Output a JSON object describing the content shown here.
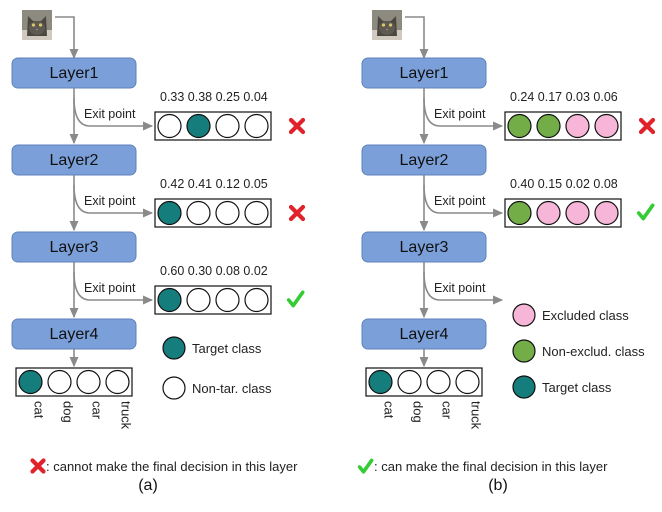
{
  "panels": [
    {
      "label": "(a)",
      "layers": [
        "Layer1",
        "Layer2",
        "Layer3",
        "Layer4"
      ],
      "exits": [
        {
          "label": "Exit point",
          "probs": "0.33 0.38 0.25 0.04",
          "circles": [
            "white",
            "target",
            "white",
            "white"
          ],
          "mark": "cross"
        },
        {
          "label": "Exit point",
          "probs": "0.42 0.41 0.12 0.05",
          "circles": [
            "target",
            "white",
            "white",
            "white"
          ],
          "mark": "cross"
        },
        {
          "label": "Exit point",
          "probs": "0.60 0.30 0.08 0.02",
          "circles": [
            "target",
            "white",
            "white",
            "white"
          ],
          "mark": "check"
        }
      ],
      "final_circles": [
        "target",
        "white",
        "white",
        "white"
      ],
      "classes": [
        "cat",
        "dog",
        "car",
        "truck"
      ],
      "legend": [
        {
          "kind": "target",
          "label": "Target class"
        },
        {
          "kind": "white",
          "label": "Non-tar. class"
        }
      ]
    },
    {
      "label": "(b)",
      "layers": [
        "Layer1",
        "Layer2",
        "Layer3",
        "Layer4"
      ],
      "exits": [
        {
          "label": "Exit point",
          "probs": "0.24 0.17 0.03 0.06",
          "circles": [
            "green",
            "green",
            "pink",
            "pink"
          ],
          "mark": "cross"
        },
        {
          "label": "Exit point",
          "probs": "0.40 0.15 0.02 0.08",
          "circles": [
            "green",
            "pink",
            "pink",
            "pink"
          ],
          "mark": "check"
        },
        {
          "label": "Exit point",
          "probs": "",
          "circles": [],
          "mark": ""
        }
      ],
      "final_circles": [
        "target",
        "white",
        "white",
        "white"
      ],
      "classes": [
        "cat",
        "dog",
        "car",
        "truck"
      ],
      "legend": [
        {
          "kind": "pink",
          "label": "Excluded class"
        },
        {
          "kind": "green",
          "label": "Non-exclud. class"
        },
        {
          "kind": "target",
          "label": "Target class"
        }
      ]
    }
  ],
  "footer": {
    "cross_text": ": cannot make the final decision in this layer",
    "check_text": ": can make the final decision in this layer"
  },
  "colors": {
    "target": "#167d7d",
    "green": "#72ad48",
    "pink": "#f7b6d8",
    "white": "#ffffff",
    "layer": "#7b9fd8",
    "cross": "#e0232a",
    "check": "#33cc33",
    "arrow": "#8a8a8a"
  },
  "icons": {
    "input_image": "cat-photo-icon",
    "cross": "cross-mark-icon",
    "check": "check-mark-icon"
  }
}
